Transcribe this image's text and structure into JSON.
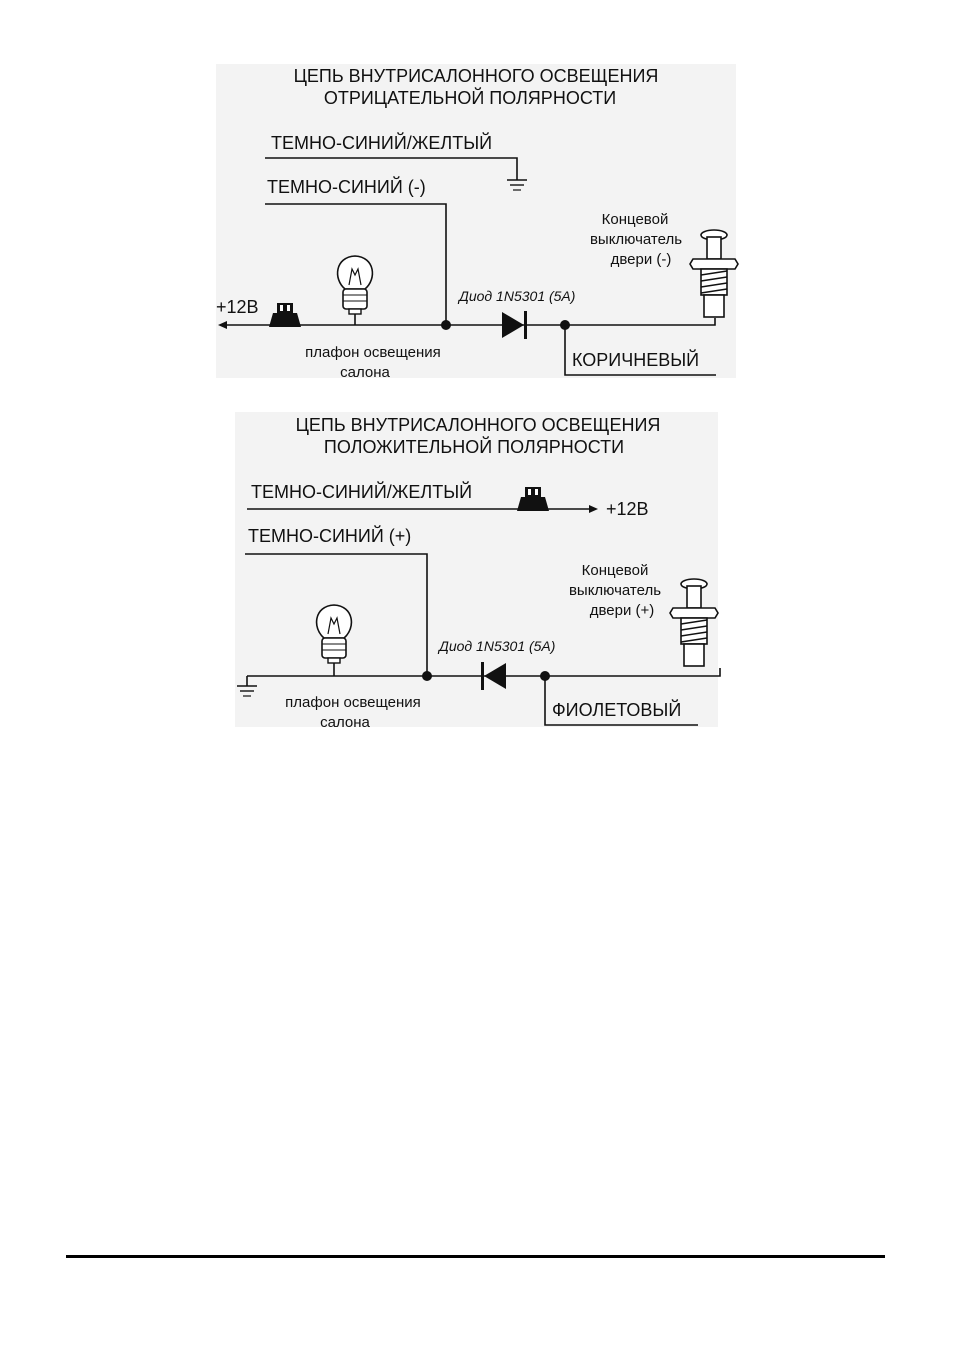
{
  "negative": {
    "title_line1": "ЦЕПЬ ВНУТРИСАЛОННОГО ОСВЕЩЕНИЯ",
    "title_line2": "ОТРИЦАТЕЛЬНОЙ ПОЛЯРНОСТИ",
    "wire_top": "ТЕМНО-СИНИЙ/ЖЕЛТЫЙ",
    "wire_second": "ТЕМНО-СИНИЙ (-)",
    "supply": "+12В",
    "lamp_line1": "плафон освещения",
    "lamp_line2": "салона",
    "diode": "Диод 1N5301 (5A)",
    "switch_line1": "Концевой",
    "switch_line2": "выключатель",
    "switch_line3": "двери (-)",
    "wire_bottom": "КОРИЧНЕВЫЙ"
  },
  "positive": {
    "title_line1": "ЦЕПЬ ВНУТРИСАЛОННОГО ОСВЕЩЕНИЯ",
    "title_line2": "ПОЛОЖИТЕЛЬНОЙ ПОЛЯРНОСТИ",
    "wire_top": "ТЕМНО-СИНИЙ/ЖЕЛТЫЙ",
    "supply": "+12В",
    "wire_second": "ТЕМНО-СИНИЙ (+)",
    "lamp_line1": "плафон освещения",
    "lamp_line2": "салона",
    "diode": "Диод 1N5301 (5A)",
    "switch_line1": "Концевой",
    "switch_line2": "выключатель",
    "switch_line3": "двери (+)",
    "wire_bottom": "ФИОЛЕТОВЫЙ"
  },
  "colors": {
    "background": "#f3f3f3",
    "ink": "#111111"
  }
}
